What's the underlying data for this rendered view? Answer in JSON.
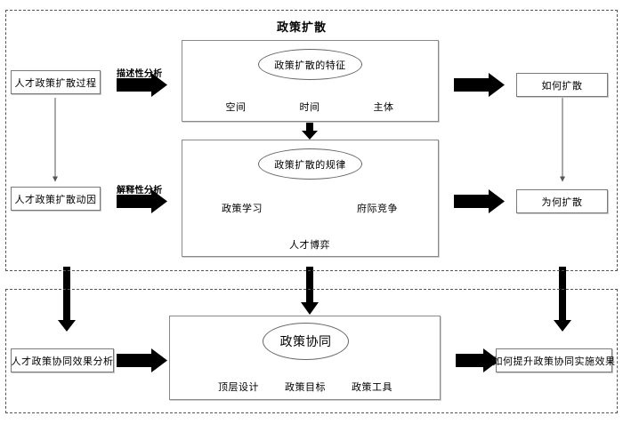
{
  "diagram": {
    "title": "政策扩散",
    "sections": [
      {
        "name": "upper-section"
      },
      {
        "name": "lower-section"
      }
    ],
    "left_boxes": [
      {
        "id": "process",
        "label": "人才政策扩散过程"
      },
      {
        "id": "motivation",
        "label": "人才政策扩散动因"
      },
      {
        "id": "synergy-effect",
        "label": "人才政策协同效果分析"
      }
    ],
    "arrow_captions": [
      {
        "id": "descriptive",
        "label": "描述性分析"
      },
      {
        "id": "explanatory",
        "label": "解释性分析"
      }
    ],
    "panels": [
      {
        "id": "features",
        "node": "政策扩散的特征",
        "leaves": [
          "空间",
          "时间",
          "主体"
        ]
      },
      {
        "id": "laws",
        "node": "政策扩散的规律",
        "leaves": [
          "政策学习",
          "府际竞争"
        ],
        "bottom_leaf": "人才博弈"
      },
      {
        "id": "coordination",
        "node": "政策协同",
        "leaves": [
          "顶层设计",
          "政策目标",
          "政策工具"
        ]
      }
    ],
    "right_boxes": [
      {
        "id": "how-diffuse",
        "label": "如何扩散"
      },
      {
        "id": "why-diffuse",
        "label": "为何扩散"
      },
      {
        "id": "how-improve",
        "label": "如何提升政策协同实施效果"
      }
    ],
    "colors": {
      "stroke": "#000000",
      "box_border": "#7a7a7a",
      "panel_border": "#8a8a8a",
      "dashed_border": "#555555",
      "background": "#ffffff"
    }
  }
}
